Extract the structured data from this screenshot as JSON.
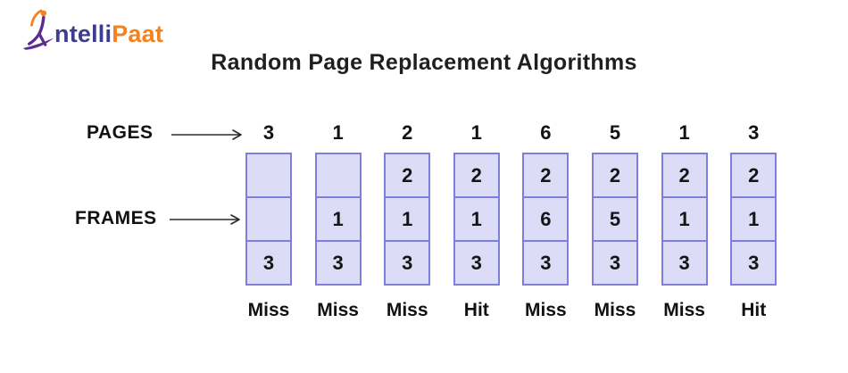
{
  "logo": {
    "text_primary": "ntelli",
    "text_accent": "Paat"
  },
  "title": "Random Page Replacement Algorithms",
  "row_labels": {
    "pages": "PAGES",
    "frames": "FRAMES"
  },
  "columns": [
    {
      "page": "3",
      "frames": [
        "",
        "",
        "3"
      ],
      "result": "Miss"
    },
    {
      "page": "1",
      "frames": [
        "",
        "1",
        "3"
      ],
      "result": "Miss"
    },
    {
      "page": "2",
      "frames": [
        "2",
        "1",
        "3"
      ],
      "result": "Miss"
    },
    {
      "page": "1",
      "frames": [
        "2",
        "1",
        "3"
      ],
      "result": "Hit"
    },
    {
      "page": "6",
      "frames": [
        "2",
        "6",
        "3"
      ],
      "result": "Miss"
    },
    {
      "page": "5",
      "frames": [
        "2",
        "5",
        "3"
      ],
      "result": "Miss"
    },
    {
      "page": "1",
      "frames": [
        "2",
        "1",
        "3"
      ],
      "result": "Miss"
    },
    {
      "page": "3",
      "frames": [
        "2",
        "1",
        "3"
      ],
      "result": "Hit"
    }
  ],
  "colors": {
    "frame_fill": "#dcdcf7",
    "frame_border": "#7e7ede",
    "text": "#1b1b1b",
    "arrow": "#2b2b2b",
    "logo_primary": "#3d3d8f",
    "logo_accent": "#f58220",
    "logo_figure_purple": "#5b2d90",
    "logo_figure_orange": "#f58220"
  }
}
